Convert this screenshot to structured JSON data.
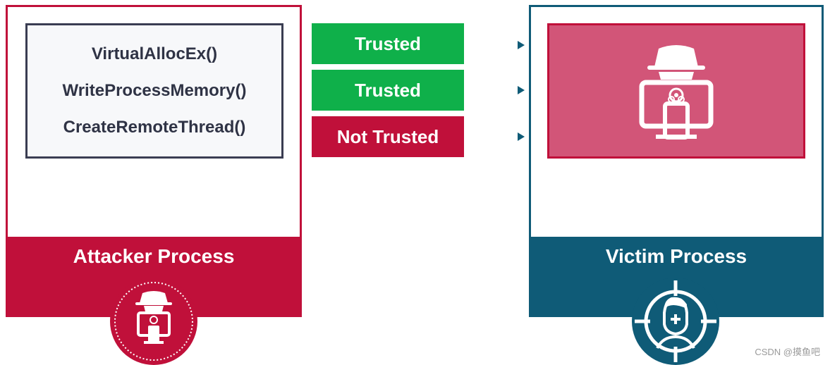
{
  "attacker": {
    "api_calls": [
      "VirtualAllocEx()",
      "WriteProcessMemory()",
      "CreateRemoteThread()"
    ],
    "title": "Attacker Process",
    "badge_icon": "hacker-computer-icon"
  },
  "links": [
    {
      "label": "Trusted",
      "color": "#0fb04a"
    },
    {
      "label": "Trusted",
      "color": "#0fb04a"
    },
    {
      "label": "Not Trusted",
      "color": "#c0103a"
    }
  ],
  "victim": {
    "title": "Victim Process",
    "payload_icon": "hacker-biohazard-computer-icon",
    "badge_icon": "target-user-icon"
  },
  "colors": {
    "attacker": "#c0103a",
    "victim": "#0f5b77",
    "trusted": "#0fb04a",
    "payload": "#d25578"
  },
  "watermark": "CSDN @摸鱼吧"
}
